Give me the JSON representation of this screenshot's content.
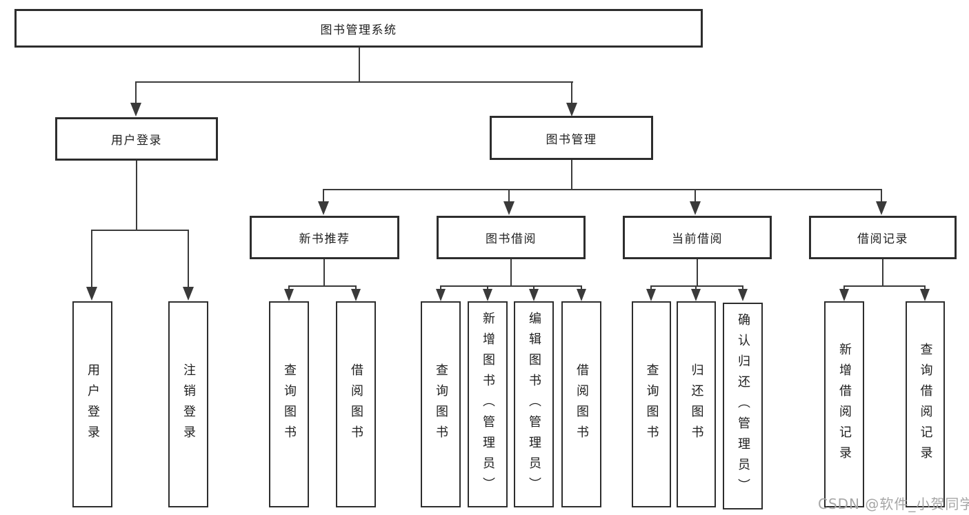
{
  "tree": {
    "root": "图书管理系统",
    "branches": [
      {
        "label": "用户登录",
        "children": [
          "用户登录",
          "注销登录"
        ]
      },
      {
        "label": "图书管理",
        "groups": [
          {
            "label": "新书推荐",
            "children": [
              "查询图书",
              "借阅图书"
            ]
          },
          {
            "label": "图书借阅",
            "children": [
              "查询图书",
              "新增图书（管理员）",
              "编辑图书（管理员）",
              "借阅图书"
            ]
          },
          {
            "label": "当前借阅",
            "children": [
              "查询图书",
              "归还图书",
              "确认归还（管理员）"
            ]
          },
          {
            "label": "借阅记录",
            "children": [
              "新增借阅记录",
              "查询借阅记录"
            ]
          }
        ]
      }
    ]
  },
  "watermark": {
    "text": "CSDN @软件_小贺同学",
    "color": "#a6a6a6"
  },
  "colors": {
    "background": "#ffffff",
    "box_border": "#2d2d2d",
    "connector_line": "#3a3a3a",
    "text": "#1f1f1f"
  }
}
